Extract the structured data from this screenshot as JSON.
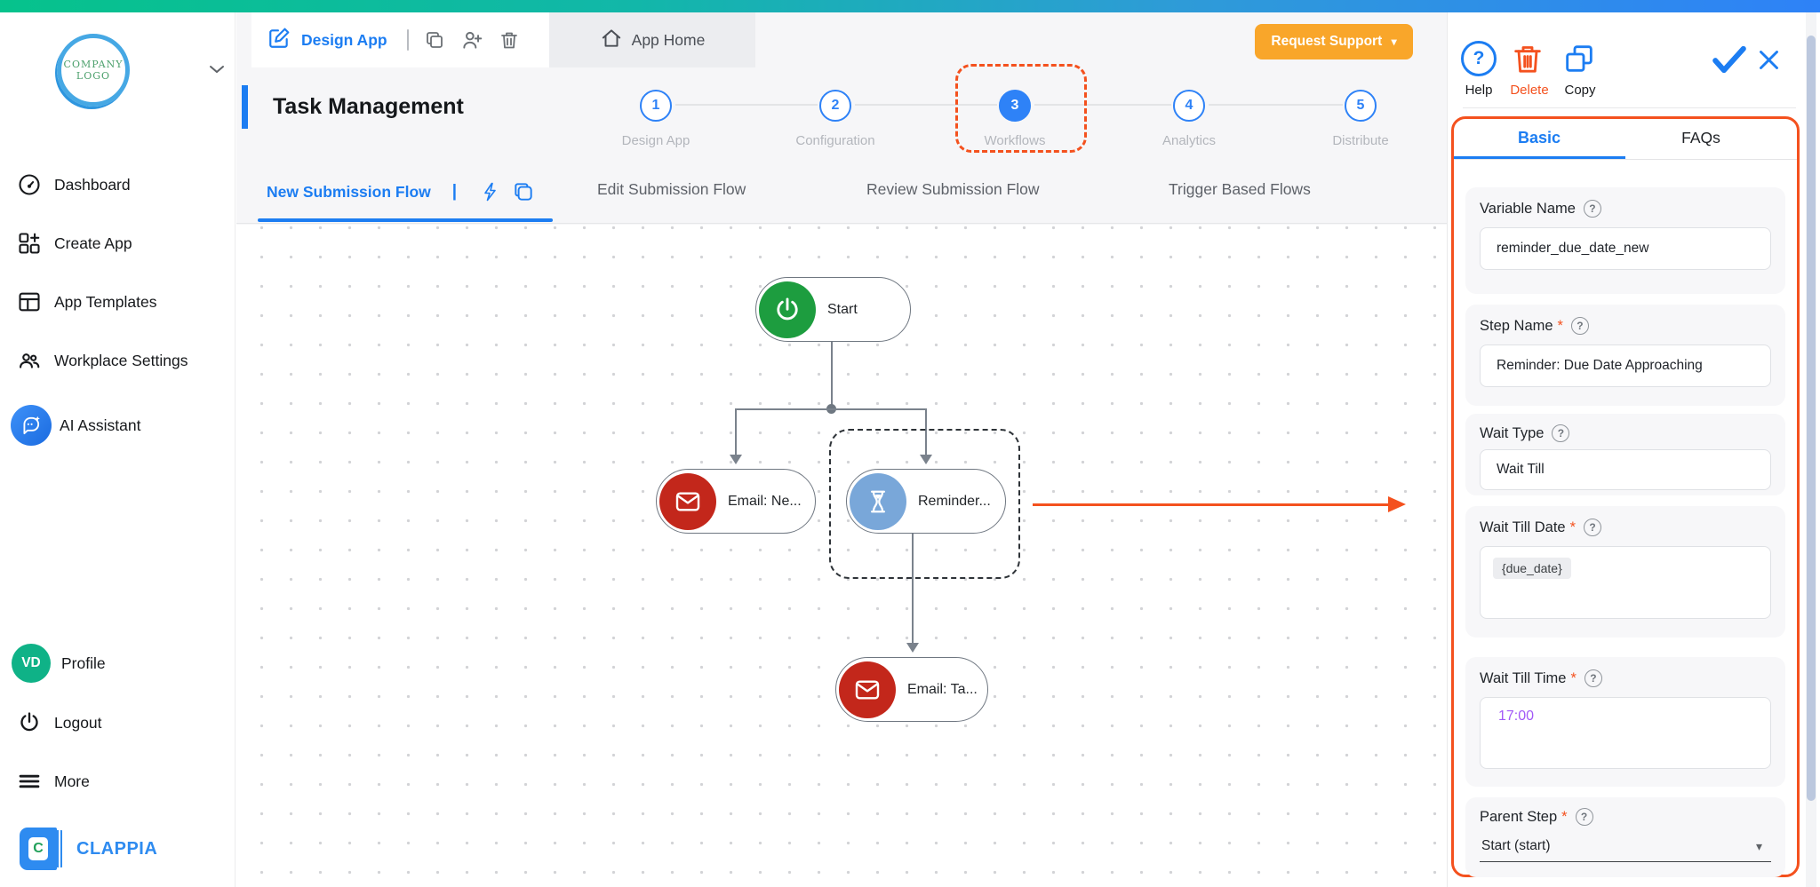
{
  "sidebar": {
    "logo": {
      "line1": "COMPANY",
      "line2": "LOGO"
    },
    "items": [
      {
        "label": "Dashboard"
      },
      {
        "label": "Create App"
      },
      {
        "label": "App Templates"
      },
      {
        "label": "Workplace Settings"
      },
      {
        "label": "AI Assistant"
      }
    ],
    "profile": {
      "avatar_initials": "VD",
      "label": "Profile"
    },
    "logout_label": "Logout",
    "more_label": "More",
    "brand": "CLAPPIA",
    "brand_letter": "C"
  },
  "header": {
    "design_app_label": "Design App",
    "app_home_label": "App Home",
    "request_support_label": "Request Support",
    "request_caret": "▾",
    "title": "Task Management"
  },
  "stepper": {
    "active_step": "3",
    "steps": [
      {
        "num": "1",
        "label": "Design App"
      },
      {
        "num": "2",
        "label": "Configuration"
      },
      {
        "num": "3",
        "label": "Workflows"
      },
      {
        "num": "4",
        "label": "Analytics"
      },
      {
        "num": "5",
        "label": "Distribute"
      }
    ]
  },
  "flow_tabs": {
    "active": "New Submission Flow",
    "divider": "|",
    "tabs": [
      {
        "label": "New Submission Flow"
      },
      {
        "label": "Edit Submission Flow"
      },
      {
        "label": "Review Submission Flow"
      },
      {
        "label": "Trigger Based Flows"
      }
    ]
  },
  "canvas": {
    "nodes": [
      {
        "label": "Start",
        "type": "start"
      },
      {
        "label": "Email: Ne...",
        "type": "email"
      },
      {
        "label": "Reminder...",
        "type": "wait",
        "selected": true
      },
      {
        "label": "Email: Ta...",
        "type": "email"
      }
    ]
  },
  "panel": {
    "actions": {
      "help": "Help",
      "delete": "Delete",
      "copy": "Copy"
    },
    "tabs": {
      "basic": "Basic",
      "faqs": "FAQs",
      "active": "Basic"
    },
    "help_qmark": "?",
    "required_mark": "*",
    "question_glyph": "?",
    "fields": {
      "variable_name": {
        "label": "Variable Name",
        "value": "reminder_due_date_new"
      },
      "step_name": {
        "label": "Step Name",
        "value": "Reminder: Due Date Approaching"
      },
      "wait_type": {
        "label": "Wait Type",
        "value": "Wait Till"
      },
      "wait_till_date": {
        "label": "Wait Till Date",
        "chip": "{due_date}"
      },
      "wait_till_time": {
        "label": "Wait Till Time",
        "value": "17:00"
      },
      "parent_step": {
        "label": "Parent Step",
        "value": "Start (start)",
        "caret": "▾"
      }
    }
  },
  "colors": {
    "accent_blue": "#1C7DF2",
    "alert_orange": "#F4511E",
    "support_orange": "#F9A62A",
    "start_green": "#1D9D3F",
    "email_red": "#C3271B",
    "wait_blue": "#79A7D9",
    "topbar_gradient_left": "#06C28C",
    "topbar_gradient_right": "#2E82F7",
    "time_purple": "#A259F7"
  }
}
